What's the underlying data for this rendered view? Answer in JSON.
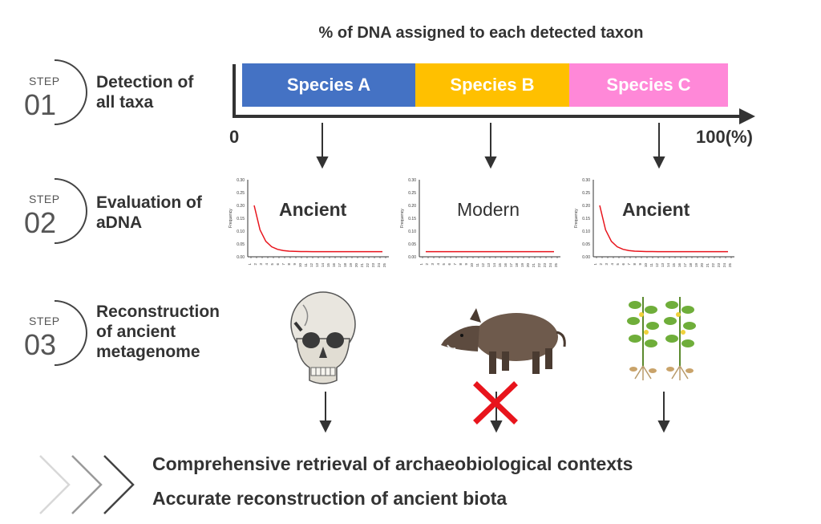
{
  "header": {
    "title": "% of DNA assigned to each detected taxon"
  },
  "steps": [
    {
      "word": "STEP",
      "number": "01",
      "label_line1": "Detection of",
      "label_line2": "all taxa"
    },
    {
      "word": "STEP",
      "number": "02",
      "label_line1": "Evaluation of",
      "label_line2": "aDNA"
    },
    {
      "word": "STEP",
      "number": "03",
      "label_line1": "Reconstruction",
      "label_line2": "of ancient",
      "label_line3": "metagenome"
    }
  ],
  "axis": {
    "start": "0",
    "end": "100(%)"
  },
  "segments": [
    {
      "label": "Species A",
      "color": "#4472C4"
    },
    {
      "label": "Species B",
      "color": "#FFC000"
    },
    {
      "label": "Species C",
      "color": "#FF88D8"
    }
  ],
  "evaluation": [
    {
      "status": "Ancient",
      "bold": true
    },
    {
      "status": "Modern",
      "bold": false
    },
    {
      "status": "Ancient",
      "bold": true
    }
  ],
  "mini_chart": {
    "ylabel": "Frequency",
    "yticks": [
      "0.30",
      "0.25",
      "0.20",
      "0.15",
      "0.10",
      "0.05",
      "0.00"
    ],
    "xticks": [
      "1",
      "2",
      "3",
      "4",
      "5",
      "6",
      "7",
      "8",
      "9",
      "10",
      "11",
      "12",
      "13",
      "14",
      "15",
      "16",
      "17",
      "18",
      "19",
      "20",
      "21",
      "22",
      "23",
      "24",
      "25"
    ]
  },
  "organisms": [
    "skull-icon",
    "boar-icon",
    "plant-icon"
  ],
  "colors": {
    "axis": "#333333",
    "curve": "#e8141c",
    "cross": "#e8141c"
  },
  "conclusions": [
    "Comprehensive retrieval of archaeobiological contexts",
    "Accurate reconstruction of ancient biota"
  ]
}
